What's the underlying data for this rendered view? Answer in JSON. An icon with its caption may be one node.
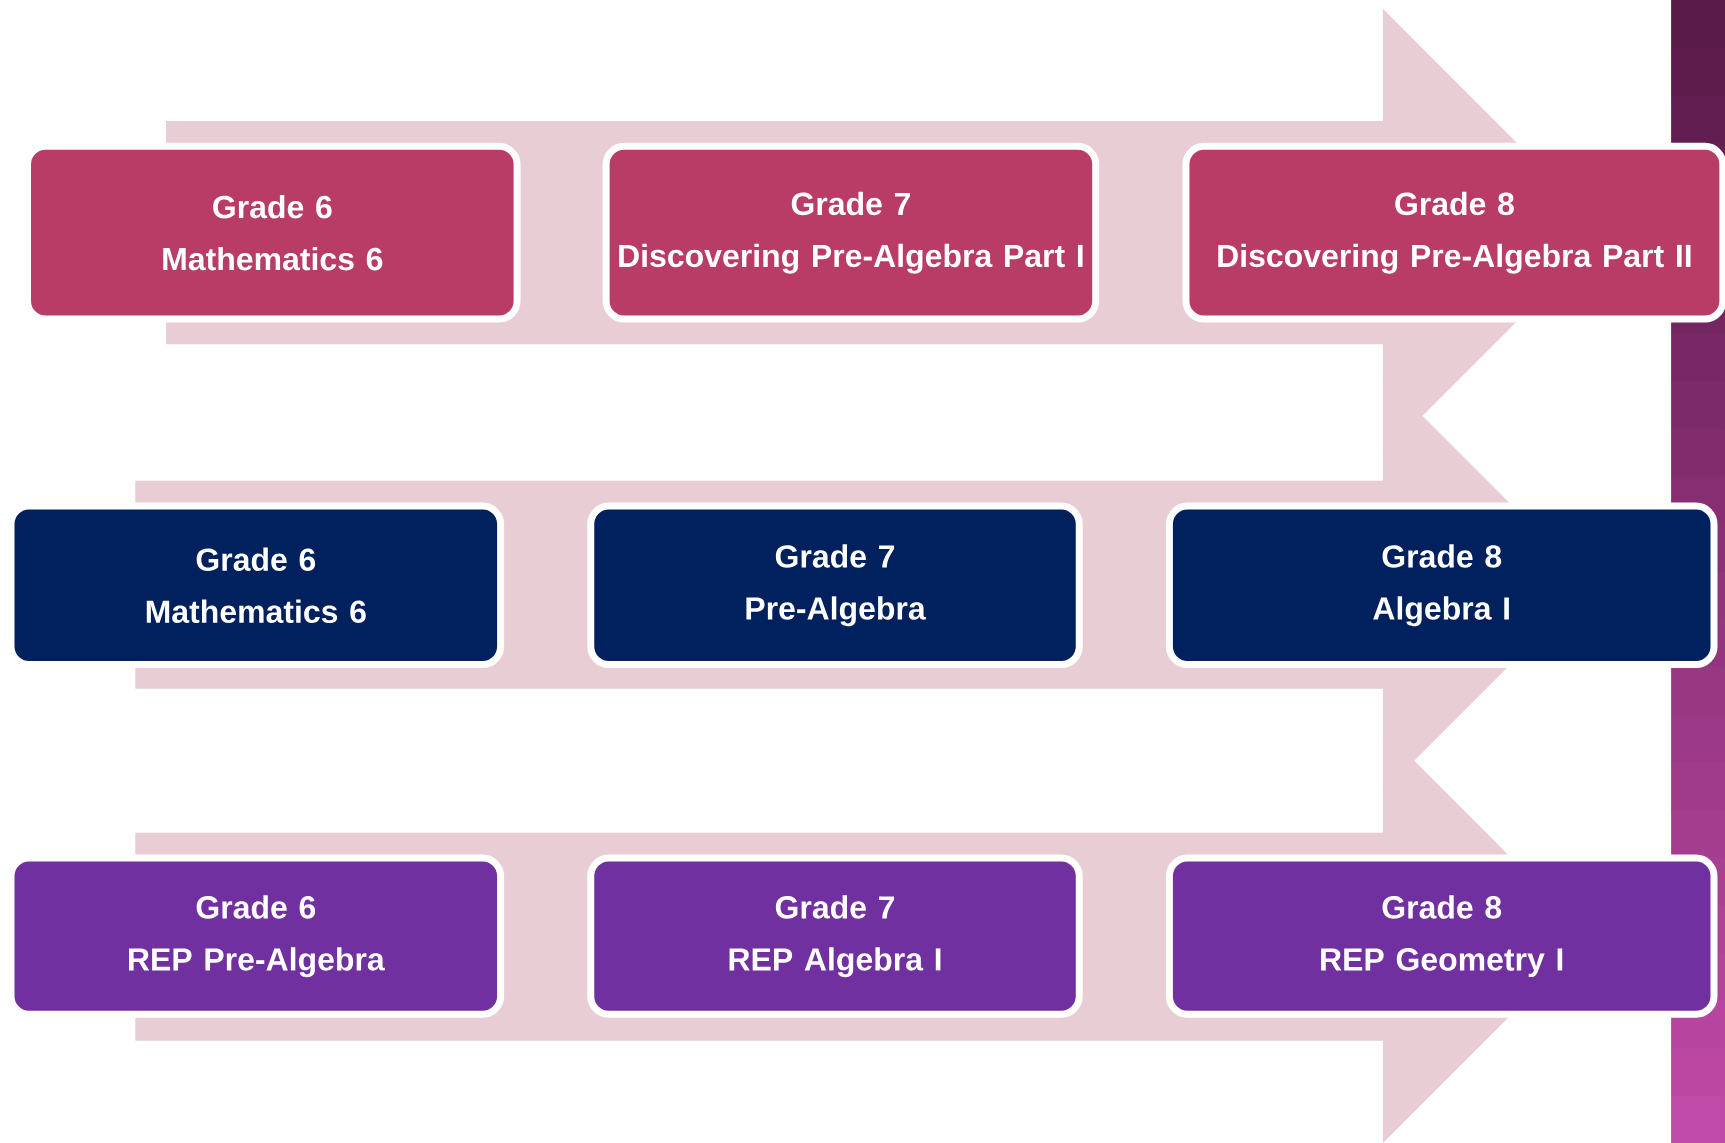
{
  "diagram": {
    "nodes": [
      {
        "text": [
          "Grade 6",
          "Mathematics 6"
        ]
      },
      {
        "text": [
          "Grade 7",
          "Discovering Pre-Algebra Part I"
        ]
      },
      {
        "text": [
          "Grade 8",
          "Discovering Pre-Algebra Part II"
        ]
      },
      {
        "text": [
          "Grade 6",
          "Mathematics 6"
        ]
      },
      {
        "text": [
          "Grade 7",
          "Pre-Algebra"
        ]
      },
      {
        "text": [
          "Grade 8",
          "Algebra I"
        ]
      },
      {
        "text": [
          "Grade 6",
          "REP Pre-Algebra"
        ]
      },
      {
        "text": [
          "Grade 7",
          "REP Algebra I"
        ]
      },
      {
        "text": [
          "Grade 8",
          "REP Geometry I"
        ]
      }
    ]
  }
}
